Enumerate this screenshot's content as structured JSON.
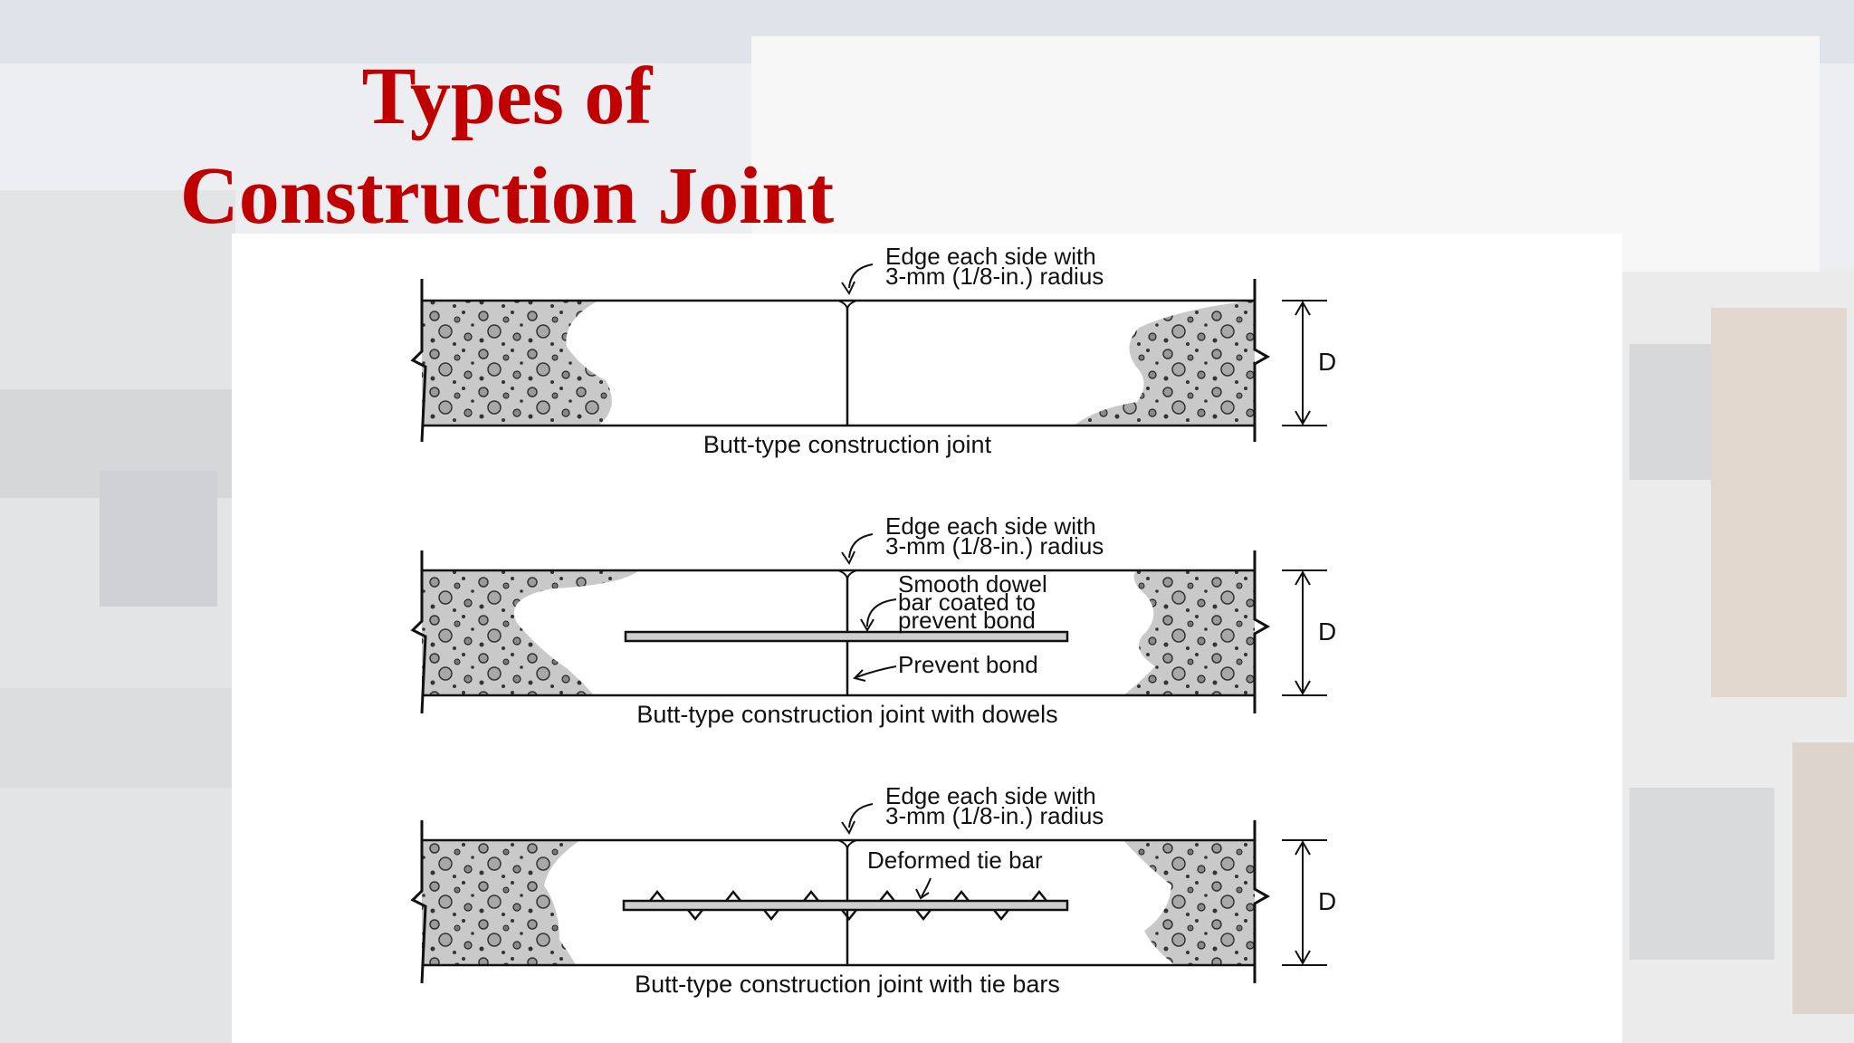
{
  "slide": {
    "title_line1": "Types of",
    "title_line2": "Construction Joint",
    "title_color": "#c00000"
  },
  "diagrams": [
    {
      "edge_label_line1": "Edge each side with",
      "edge_label_line2": "3-mm (1/8-in.) radius",
      "caption": "Butt-type construction joint",
      "dimension_label": "D"
    },
    {
      "edge_label_line1": "Edge each side with",
      "edge_label_line2": "3-mm (1/8-in.) radius",
      "dowel_label_line1": "Smooth dowel",
      "dowel_label_line2": "bar coated to",
      "dowel_label_line3": "prevent bond",
      "bond_label": "Prevent bond",
      "caption": "Butt-type construction joint with dowels",
      "dimension_label": "D"
    },
    {
      "edge_label_line1": "Edge each side with",
      "edge_label_line2": "3-mm (1/8-in.) radius",
      "tie_bar_label": "Deformed tie bar",
      "caption": "Butt-type construction joint with tie bars",
      "dimension_label": "D"
    }
  ]
}
